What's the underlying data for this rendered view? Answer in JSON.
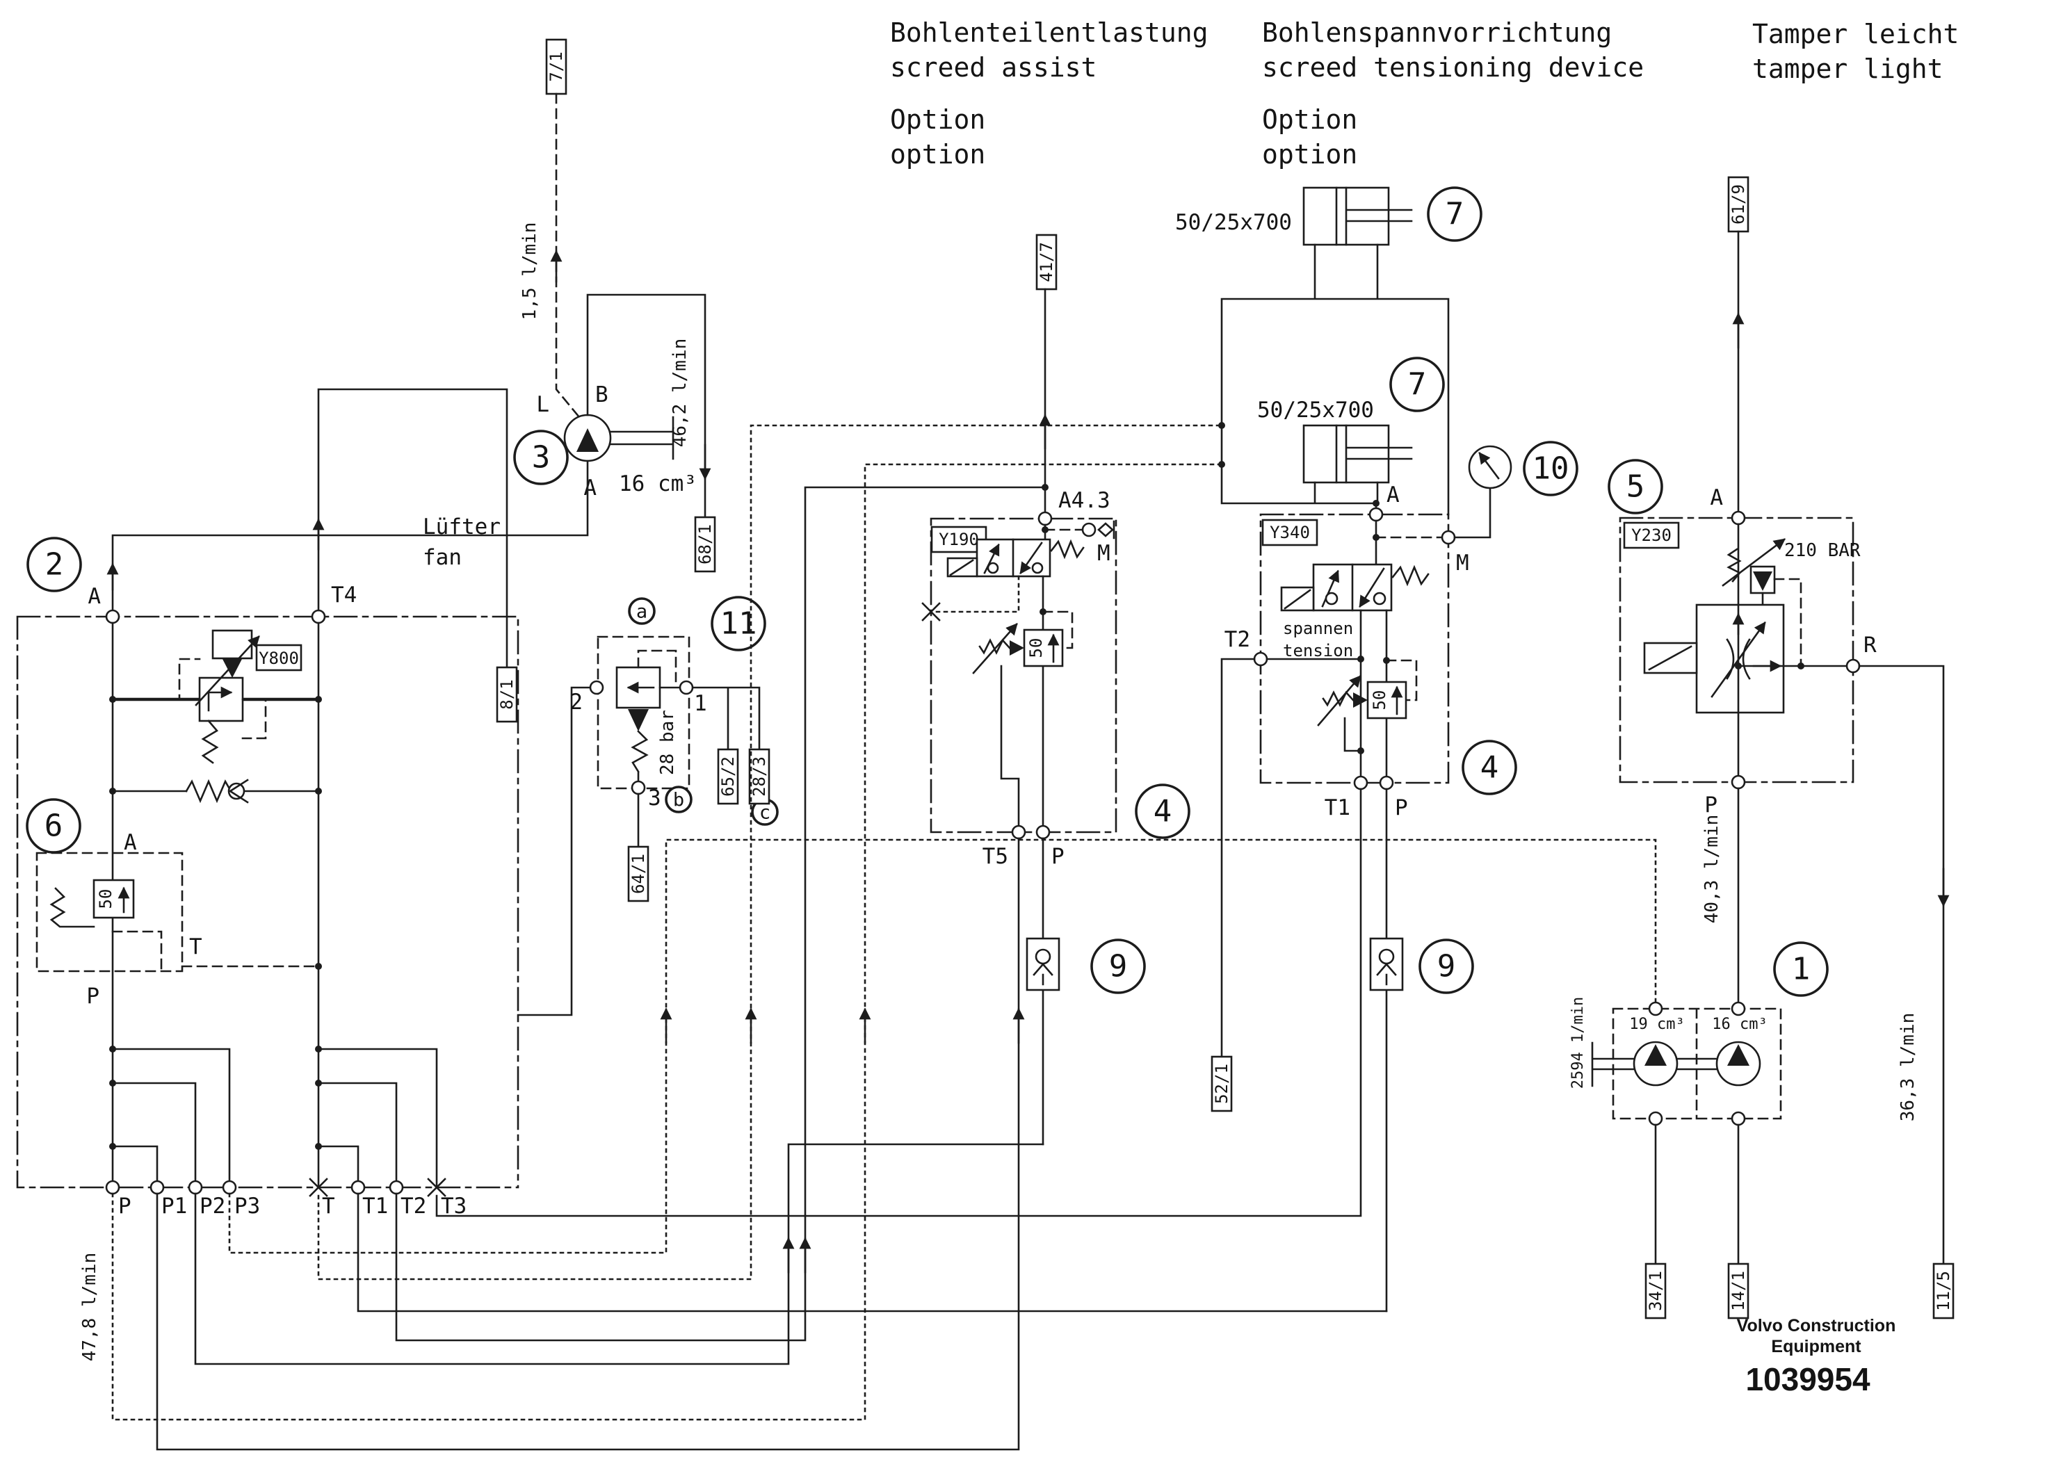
{
  "doc": {
    "company_line1": "Volvo Construction",
    "company_line2": "Equipment",
    "number": "1039954"
  },
  "headings": {
    "assist_de": "Bohlenteilentlastung",
    "assist_en": "screed assist",
    "assist_opt1": "Option",
    "assist_opt2": "option",
    "tension_de": "Bohlenspannvorrichtung",
    "tension_en": "screed tensioning device",
    "tension_opt1": "Option",
    "tension_opt2": "option",
    "tamper_de": "Tamper leicht",
    "tamper_en": "tamper light"
  },
  "balloons": {
    "b1": "1",
    "b2": "2",
    "b3": "3",
    "b4": "4",
    "b5": "5",
    "b6": "6",
    "b7": "7",
    "b9": "9",
    "b10": "10",
    "b11": "11",
    "ba": "a",
    "bb": "b",
    "bc": "c"
  },
  "fan": {
    "label_de": "Lüfter",
    "label_en": "fan",
    "displacement": "16 cm³",
    "port_l": "L",
    "port_b": "B",
    "port_a": "A",
    "flow_drain": "1,5 l/min",
    "flow_out": "46,2 l/min"
  },
  "tags": {
    "t71": "7/1",
    "t681": "68/1",
    "t81": "8/1",
    "t417": "41/7",
    "t641": "64/1",
    "t652": "65/2",
    "t283": "28/3",
    "t521": "52/1",
    "t619": "61/9",
    "t341": "34/1",
    "t141": "14/1",
    "t115": "11/5"
  },
  "manifold": {
    "port_a": "A",
    "port_t4": "T4",
    "relief_name": "Y800",
    "reducer_port_a": "A",
    "reducer_port_t": "T",
    "reducer_port_p": "P",
    "reducer_value": "50",
    "flow_p": "47,8 l/min",
    "ports_bottom": [
      "P",
      "P1",
      "P2",
      "P3",
      "T",
      "T1",
      "T2",
      "T3"
    ]
  },
  "pilot_valve": {
    "port1": "1",
    "port2": "2",
    "port3": "3",
    "pressure": "28 bar"
  },
  "y190": {
    "name": "Y190",
    "port_a": "A4.3",
    "port_m": "M",
    "port_t5": "T5",
    "port_p": "P",
    "valve_value": "50"
  },
  "y340": {
    "name": "Y340",
    "port_a": "A",
    "port_m": "M",
    "port_t2": "T2",
    "port_t1": "T1",
    "port_p": "P",
    "valve_value": "50",
    "solenoid_de": "spannen",
    "solenoid_en": "tension"
  },
  "y230": {
    "name": "Y230",
    "port_a": "A",
    "port_p": "P",
    "port_r": "R",
    "pressure": "210 BAR",
    "flow_p": "40,3 l/min",
    "flow_r": "36,3 l/min"
  },
  "cylinders": {
    "size_top": "50/25x700",
    "size_bottom": "50/25x700"
  },
  "pumps": {
    "displacement_left": "19 cm³",
    "displacement_right": "16 cm³",
    "speed": "2594 1/min"
  }
}
